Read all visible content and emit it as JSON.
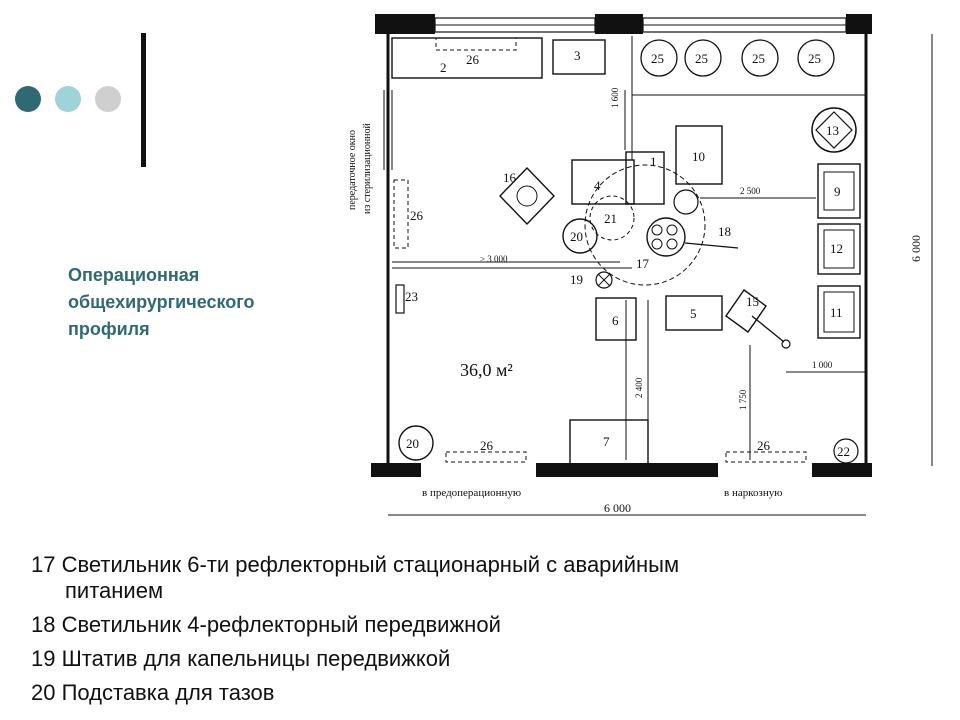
{
  "slide": {
    "accent_colors": [
      "#2f6a73",
      "#9ed3d8",
      "#cfcfcf"
    ],
    "title_lines": [
      "Операционная",
      "общехирургического",
      "профиля"
    ]
  },
  "plan": {
    "area": "36,0 м²",
    "dim_width": "6 000",
    "dim_height": "6 000",
    "dim_1600": "1 600",
    "dim_2500": "2 500",
    "dim_3000": "≥ 3 000",
    "dim_2400": "2 400",
    "dim_1750": "1 750",
    "dim_1000": "1 000",
    "door_left": "в предоперационную",
    "door_right": "в наркозную",
    "window_line1": "передаточное окно",
    "window_line2": "из стерилизационной",
    "items": {
      "n1": "1",
      "n2": "2",
      "n3": "3",
      "n4": "4",
      "n5": "5",
      "n6": "6",
      "n7": "7",
      "n9": "9",
      "n10": "10",
      "n11": "11",
      "n12": "12",
      "n13": "13",
      "n15": "15",
      "n16": "16",
      "n17": "17",
      "n18": "18",
      "n19": "19",
      "n20a": "20",
      "n20b": "20",
      "n21": "21",
      "n22": "22",
      "n23": "23",
      "n25": "25",
      "n26a": "26",
      "n26b": "26",
      "n26c": "26",
      "n26d": "26"
    }
  },
  "legend": [
    {
      "line1": "17 Светильник 6-ти рефлекторный стационарный с аварийным",
      "line2": "питанием"
    },
    {
      "line1": "18 Светильник 4-рефлекторный передвижной"
    },
    {
      "line1": "19 Штатив для капельницы передвижкой"
    },
    {
      "line1": "20 Подставка для тазов"
    }
  ]
}
